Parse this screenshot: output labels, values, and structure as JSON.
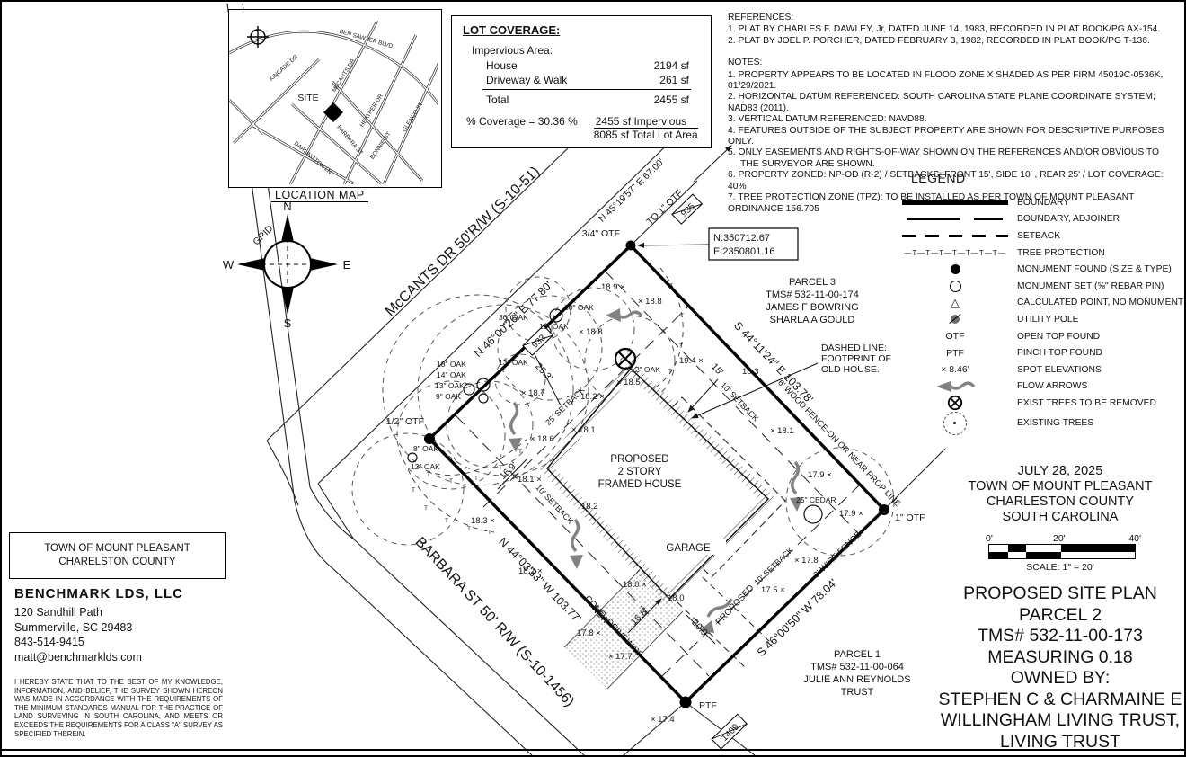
{
  "location_map": {
    "title": "LOCATION MAP",
    "site": "SITE",
    "streets": {
      "ben_sawyer": "BEN SAWYER BLVD",
      "kincade": "KINCADE DR",
      "mccants": "McCANTS DR",
      "heather": "HEATHER DR",
      "glenco": "GLENCO ST",
      "barbara": "BARBARA ST",
      "bonnie": "BONNIE ST",
      "darlington": "DARLINGTON LN"
    }
  },
  "lot_coverage": {
    "title": "LOT COVERAGE:",
    "impervious_label": "Impervious Area:",
    "rows": [
      {
        "label": "House",
        "value": "2194 sf"
      },
      {
        "label": "Driveway & Walk",
        "value": "261 sf"
      }
    ],
    "total_label": "Total",
    "total_value": "2455 sf",
    "coverage_label": "% Coverage = 30.36 %",
    "fraction_top": "2455 sf  Impervious",
    "fraction_bottom": "8085 sf  Total Lot Area"
  },
  "references": {
    "title": "REFERENCES:",
    "items": [
      "1. PLAT BY  CHARLES F. DAWLEY, Jr,  DATED JUNE 14, 1983,  RECORDED IN PLAT BOOK/PG  AX-154.",
      "2. PLAT BY  JOEL P. PORCHER,  DATED FEBRUARY 3, 1982,  RECORDED IN PLAT BOOK/PG  T-136."
    ]
  },
  "notes": {
    "title": "NOTES:",
    "items": [
      "1.  PROPERTY APPEARS TO BE LOCATED IN FLOOD ZONE X SHADED AS PER FIRM 45019C-0536K, 01/29/2021.",
      "2.  HORIZONTAL DATUM REFERENCED: SOUTH CAROLINA STATE PLANE COORDINATE SYSTEM; NAD83 (2011).",
      "3. VERTICAL DATUM REFERENCED: NAVD88.",
      "4. FEATURES OUTSIDE OF THE SUBJECT PROPERTY ARE SHOWN FOR DESCRIPTIVE PURPOSES ONLY.",
      "5. ONLY EASEMENTS AND RIGHTS-OF-WAY SHOWN ON THE REFERENCES AND/OR OBVIOUS TO",
      "THE SURVEYOR ARE SHOWN.",
      "6. PROPERTY ZONED: NP-OD  (R-2)  /  SETBACKS:  FRONT 15',  SIDE 10' ,  REAR 25' / LOT COVERAGE: 40%",
      "7. TREE PROTECTION ZONE (TPZ):  TO BE INSTALLED AS PER TOWN OF MOUNT PLEASANT  ORDINANCE 156.705"
    ]
  },
  "legend": {
    "title": "LEGEND",
    "items": [
      {
        "symbol": "boundary-line",
        "label": "BOUNDARY"
      },
      {
        "symbol": "adjoiner-line",
        "label": "BOUNDARY, ADJOINER"
      },
      {
        "symbol": "setback-line",
        "label": "SETBACK"
      },
      {
        "symbol": "tree-protection-line",
        "label": "TREE PROTECTION",
        "glyph": "—T—T—T—T—T—T—T—"
      },
      {
        "symbol": "monument-found",
        "label": "MONUMENT FOUND (SIZE & TYPE)"
      },
      {
        "symbol": "monument-set",
        "label": "MONUMENT SET (⅝\" REBAR PIN)"
      },
      {
        "symbol": "calculated-point",
        "label": "CALCULATED POINT, NO MONUMENT",
        "glyph": "△"
      },
      {
        "symbol": "utility-pole",
        "label": "UTILITY POLE"
      },
      {
        "symbol": "otf",
        "label": "OPEN TOP FOUND",
        "glyph": "OTF"
      },
      {
        "symbol": "ptf",
        "label": "PINCH TOP FOUND",
        "glyph": "PTF"
      },
      {
        "symbol": "spot-elevation",
        "label": "SPOT ELEVATIONS",
        "glyph": "× 8.46'"
      },
      {
        "symbol": "flow-arrow",
        "label": "FLOW ARROWS"
      },
      {
        "symbol": "tree-removed",
        "label": "EXIST TREES TO BE REMOVED"
      },
      {
        "symbol": "existing-tree",
        "label": "EXISTING TREES"
      }
    ]
  },
  "compass": {
    "n": "N",
    "e": "E",
    "s": "S",
    "w": "W",
    "grid": "GRID"
  },
  "left_panel": {
    "jurisdiction": [
      "TOWN OF MOUNT PLEASANT",
      "CHARELSTON COUNTY"
    ],
    "firm_name": "BENCHMARK LDS, LLC",
    "firm_lines": [
      "120 Sandhill Path",
      "Summerville, SC 29483",
      "843-514-9415",
      "matt@benchmarklds.com"
    ],
    "certification": "I HEREBY STATE THAT TO THE BEST OF MY KNOWLEDGE, INFORMATION, AND BELIEF, THE SURVEY SHOWN HEREON WAS MADE IN ACCORDANCE WITH THE REQUIREMENTS OF THE MINIMUM STANDARDS MANUAL FOR THE PRACTICE OF LAND SURVEYING IN SOUTH CAROLINA, AND MEETS OR EXCEEDS THE REQUIREMENTS FOR A CLASS \"A\" SURVEY AS SPECIFIED THEREIN."
  },
  "title_block": {
    "date": "JULY 28, 2025",
    "lines": [
      "TOWN OF MOUNT PLEASANT",
      "CHARLESTON COUNTY",
      "SOUTH CAROLINA"
    ],
    "scale_ticks": [
      "0'",
      "20'",
      "40'"
    ],
    "scale_label": "SCALE: 1\" = 20'",
    "title_lines": [
      "PROPOSED SITE PLAN",
      "PARCEL 2",
      "TMS# 532-11-00-173",
      "MEASURING 0.18",
      "OWNED BY:",
      "STEPHEN C & CHARMAINE E",
      "WILLINGHAM LIVING TRUST,",
      "LIVING TRUST"
    ]
  },
  "plat": {
    "streets": {
      "mccants": "McCANTS DR  50'R/W  (S-10-51)",
      "barbara": "BARBARA ST  50' R/W  (S-10-1456)"
    },
    "bearings": {
      "nw": "N 46°00'26\" E  77.80'",
      "ne": "S 44°11'24\" E  103.78'",
      "se": "S 46°00'50\" W  78.04'",
      "sw": "N 44°03'33\" W  103.77'",
      "ext": "N 45°19'57\" E  67.00'",
      "to_otf": "TO 1\" OTF"
    },
    "corners": {
      "top": "3/4\" OTF",
      "right": "1\" OTF",
      "bottom": "PTF",
      "left": "1/2\" OTF"
    },
    "coord": {
      "n": "N:350712.67",
      "e": "E:2350801.16"
    },
    "parcel3": [
      "PARCEL 3",
      "TMS# 532-11-00-174",
      "JAMES F BOWRING",
      "SHARLA A GOULD"
    ],
    "parcel1": [
      "PARCEL 1",
      "TMS# 532-11-00-064",
      "JULIE ANN REYNOLDS",
      "TRUST"
    ],
    "old_house": [
      "DASHED LINE:",
      "FOOTPRINT OF",
      "OLD HOUSE."
    ],
    "house": [
      "PROPOSED",
      "2 STORY",
      "FRAMED HOUSE"
    ],
    "garage": "GARAGE",
    "driveway": [
      "NEW",
      "CONC. DRIVEWAY"
    ],
    "proposed": "PROPOSED",
    "fence_wood": "6' WOOD FENCE-ON OR NEAR PROP LINE",
    "fence_wire": "3' WIRE FENCE",
    "setbacks": {
      "front": "25' SETBACK",
      "ne": "10' SETBACK",
      "sw": "10' SETBACK",
      "se": "10' SETBACK"
    },
    "tags": [
      "933",
      "935",
      "1409"
    ],
    "dims": [
      "25.3'",
      "15'",
      "16.9'",
      "16.8'",
      "20.9'"
    ],
    "spots": [
      "18.9 ×",
      "× 18.8",
      "× 18.8",
      "× 18.5",
      "18.2 ×",
      "× 18.7",
      "19.4 ×",
      "18.3",
      "× 18.1",
      "× 18.1",
      "18.1 ×",
      "× 18.6",
      "18.2",
      "18.3 ×",
      "18.2 ×",
      "18.0 ×",
      "18.0",
      "17.8 ×",
      "× 17.7",
      "× 17.4",
      "17.9 ×",
      "17.9 ×",
      "× 17.8",
      "17.5 ×"
    ],
    "trees": [
      "36\" OAK",
      "30\" OAK",
      "16\" OAK",
      "13\" OAK",
      "18\" OAK",
      "14\" OAK",
      "13\" OAK",
      "9\" OAK",
      "8\" OAK",
      "12\" OAK",
      "12\" OAK",
      "25\" CEDAR"
    ],
    "tp": "T"
  }
}
